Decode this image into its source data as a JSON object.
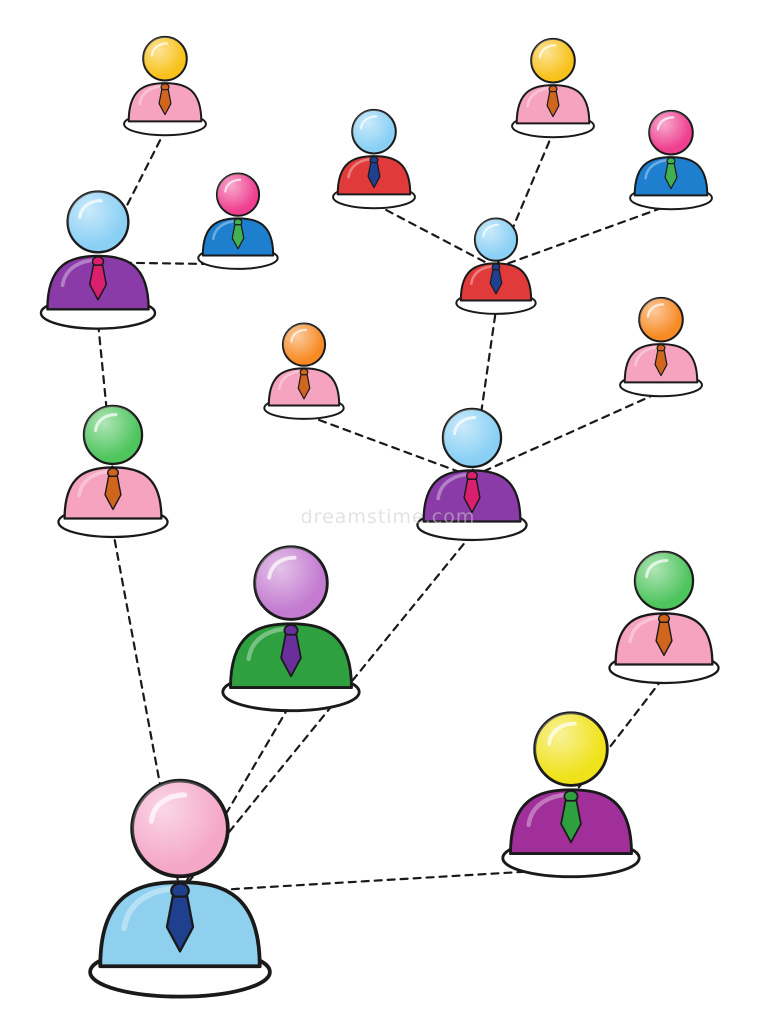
{
  "watermark": "dreamstime.com",
  "people": [
    {
      "id": "root",
      "head": "#f5a7c8",
      "body": "#8fd0ef",
      "tie": "#1f3f8f"
    },
    {
      "id": "p1",
      "head": "#4fc55e",
      "body": "#f6a3c0",
      "tie": "#d0651e"
    },
    {
      "id": "p2",
      "head": "#8ad0f5",
      "body": "#8a3ba8",
      "tie": "#d91f6e"
    },
    {
      "id": "p3",
      "head": "#f8c21a",
      "body": "#f6a3c0",
      "tie": "#d0651e"
    },
    {
      "id": "p4",
      "head": "#ef3f8f",
      "body": "#1f7fcf",
      "tie": "#40b050"
    },
    {
      "id": "p5",
      "head": "#c37ad0",
      "body": "#2fa040",
      "tie": "#6a2f9a"
    },
    {
      "id": "p6",
      "head": "#8ad0f5",
      "body": "#8a3ba8",
      "tie": "#d91f6e"
    },
    {
      "id": "p7",
      "head": "#f78a24",
      "body": "#f6a3c0",
      "tie": "#d0651e"
    },
    {
      "id": "p8",
      "head": "#f78a24",
      "body": "#f6a3c0",
      "tie": "#d0651e"
    },
    {
      "id": "p9",
      "head": "#8ad0f5",
      "body": "#e03a3a",
      "tie": "#1f3f8f"
    },
    {
      "id": "p10",
      "head": "#8ad0f5",
      "body": "#e03a3a",
      "tie": "#1f3f8f"
    },
    {
      "id": "p11",
      "head": "#f8c21a",
      "body": "#f6a3c0",
      "tie": "#d0651e"
    },
    {
      "id": "p12",
      "head": "#ef3f8f",
      "body": "#1f7fcf",
      "tie": "#40b050"
    },
    {
      "id": "p13",
      "head": "#f0e21a",
      "body": "#a02f9a",
      "tie": "#2fa040"
    },
    {
      "id": "p14",
      "head": "#4fc55e",
      "body": "#f6a3c0",
      "tie": "#d0651e"
    }
  ],
  "links": [
    [
      "root",
      "p1"
    ],
    [
      "root",
      "p5"
    ],
    [
      "root",
      "p6"
    ],
    [
      "root",
      "p13"
    ],
    [
      "p1",
      "p2"
    ],
    [
      "p2",
      "p3"
    ],
    [
      "p2",
      "p4"
    ],
    [
      "p6",
      "p7"
    ],
    [
      "p6",
      "p8"
    ],
    [
      "p6",
      "p10"
    ],
    [
      "p10",
      "p9"
    ],
    [
      "p10",
      "p11"
    ],
    [
      "p10",
      "p12"
    ],
    [
      "p13",
      "p14"
    ]
  ]
}
